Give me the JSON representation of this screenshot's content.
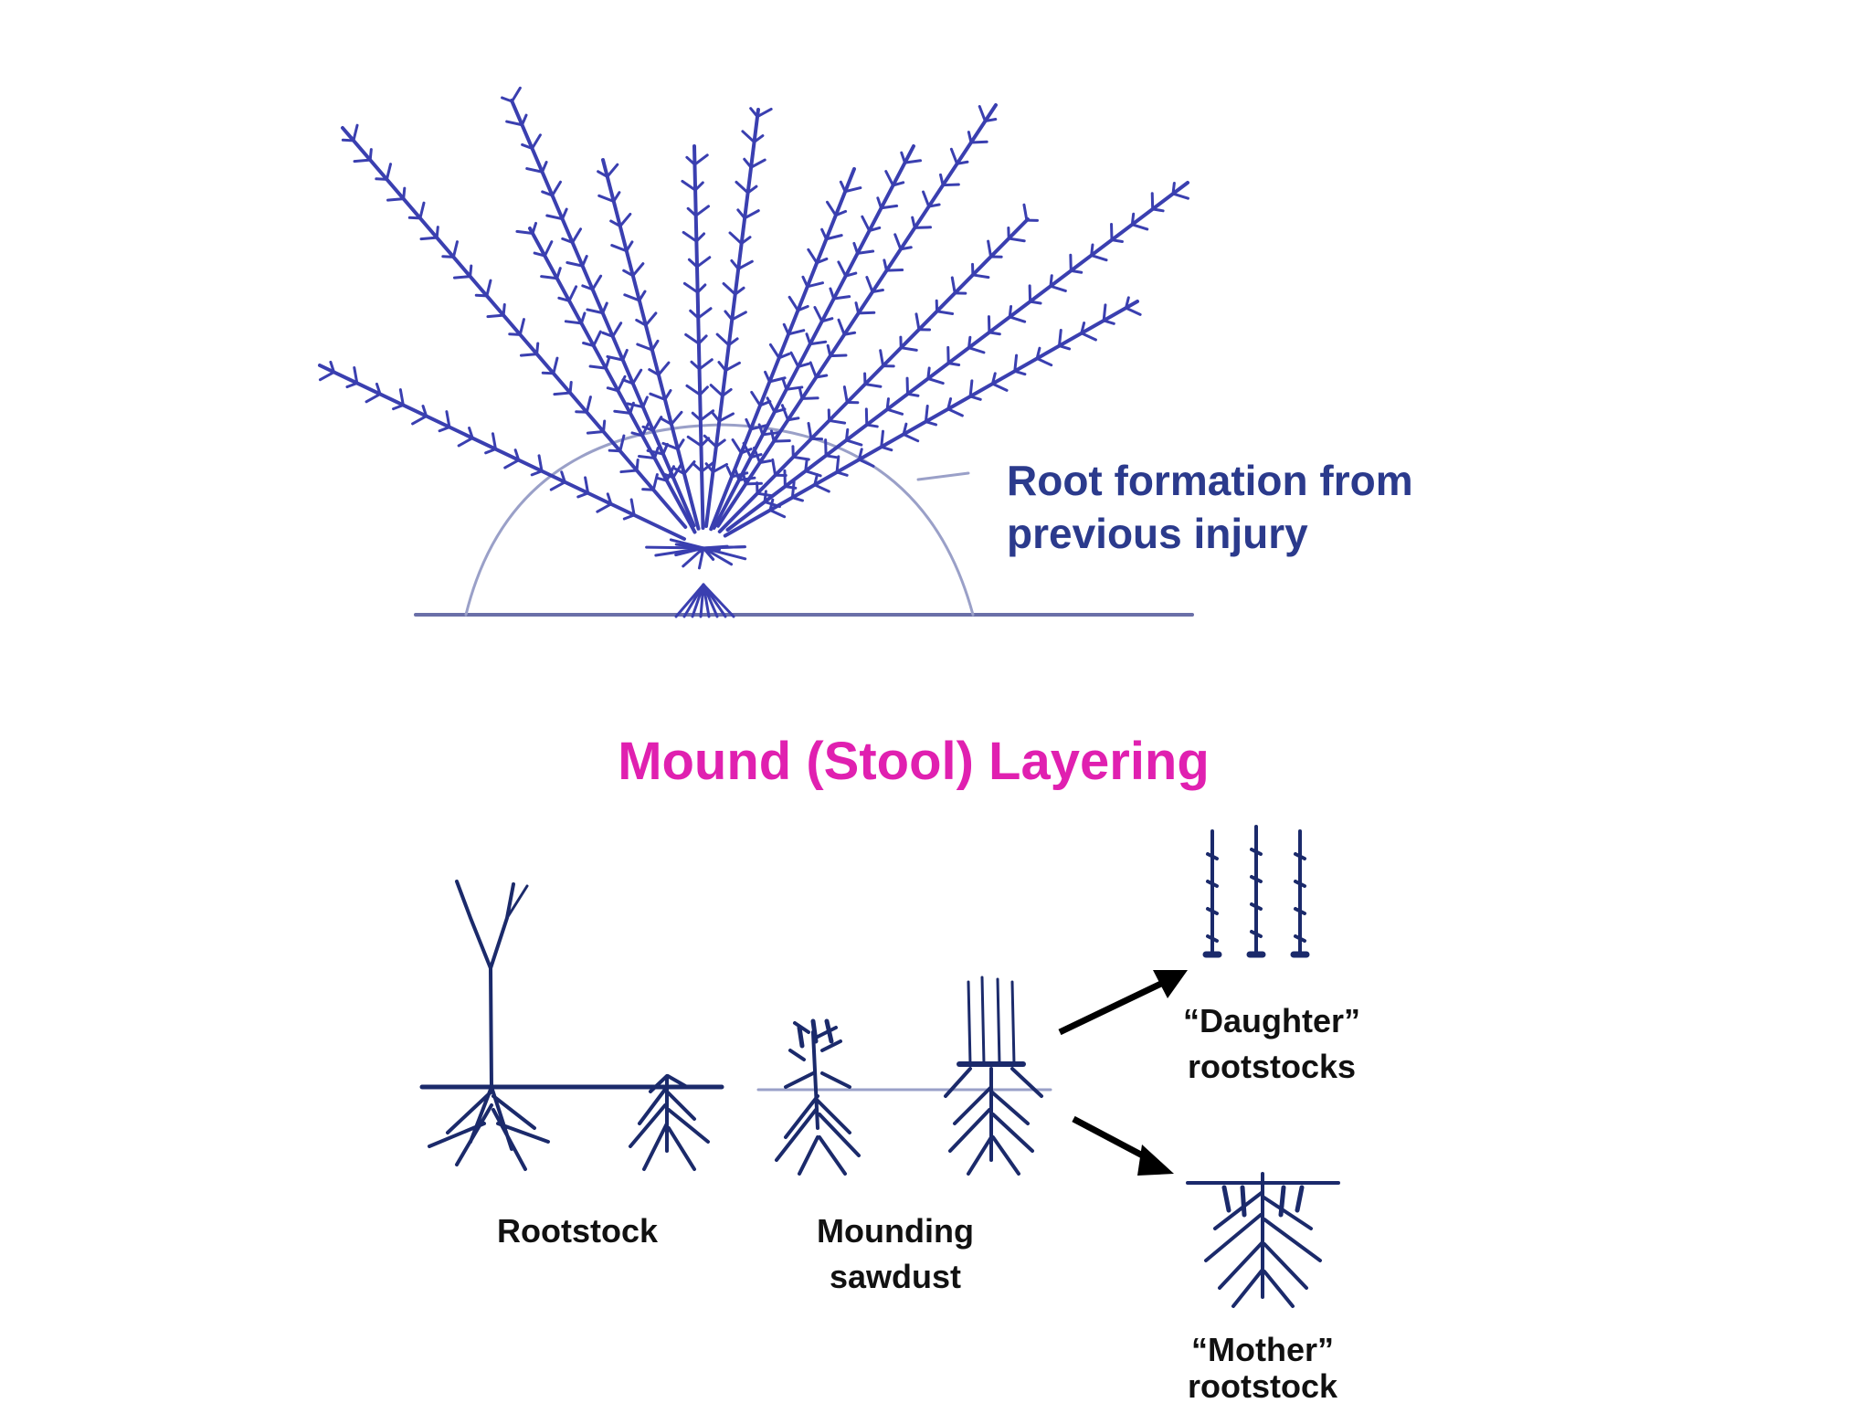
{
  "colors": {
    "background": "#ffffff",
    "bush_ink": "#3a3fb0",
    "sketch_ink": "#1b2a6b",
    "title": "#e020b0",
    "arrow": "#000000"
  },
  "top_figure": {
    "annotation_line1": "Root formation from",
    "annotation_line2": "previous injury"
  },
  "title": "Mound (Stool) Layering",
  "stages": {
    "rootstock_label": "Rootstock",
    "mounding_label_line1": "Mounding",
    "mounding_label_line2": "sawdust",
    "daughter_label_line1": "“Daughter”",
    "daughter_label_line2": "rootstocks",
    "mother_label_line1": "“Mother”",
    "mother_label_line2": "rootstock"
  }
}
